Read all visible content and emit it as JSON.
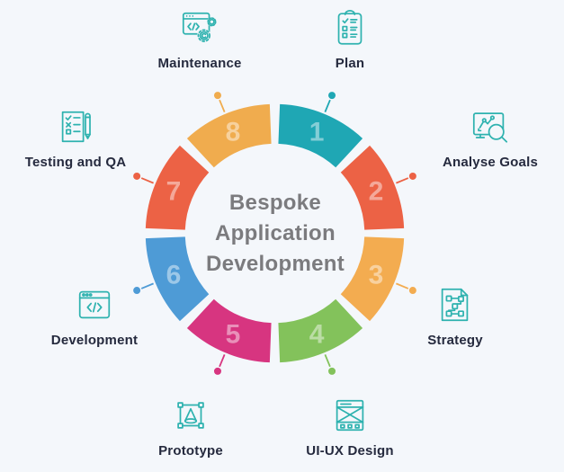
{
  "title": {
    "line1": "Bespoke",
    "line2": "Application",
    "line3": "Development"
  },
  "colors": {
    "background": "#F4F7FB",
    "icon_stroke": "#2EB2AF",
    "label_text": "#252A3E",
    "center_text": "#7B7B7E",
    "number_text": "rgba(255,255,255,0.45)"
  },
  "wheel": {
    "type": "circular-process-diagram",
    "center_label": "Bespoke Application Development",
    "segments": [
      {
        "number": "1",
        "label": "Plan",
        "color": "#1FA7B4",
        "icon": "clipboard-checklist-icon"
      },
      {
        "number": "2",
        "label": "Analyse Goals",
        "color": "#EC6245",
        "icon": "monitor-magnifier-icon"
      },
      {
        "number": "3",
        "label": "Strategy",
        "color": "#F3AC50",
        "icon": "flowchart-document-icon"
      },
      {
        "number": "4",
        "label": "UI-UX Design",
        "color": "#83C25B",
        "icon": "wireframe-icon"
      },
      {
        "number": "5",
        "label": "Prototype",
        "color": "#D73580",
        "icon": "cone-selection-icon"
      },
      {
        "number": "6",
        "label": "Development",
        "color": "#4E9BD6",
        "icon": "code-window-icon"
      },
      {
        "number": "7",
        "label": "Testing and QA",
        "color": "#EC6245",
        "icon": "checklist-pen-icon"
      },
      {
        "number": "8",
        "label": "Maintenance",
        "color": "#F0AC4E",
        "icon": "window-gears-icon"
      }
    ]
  }
}
